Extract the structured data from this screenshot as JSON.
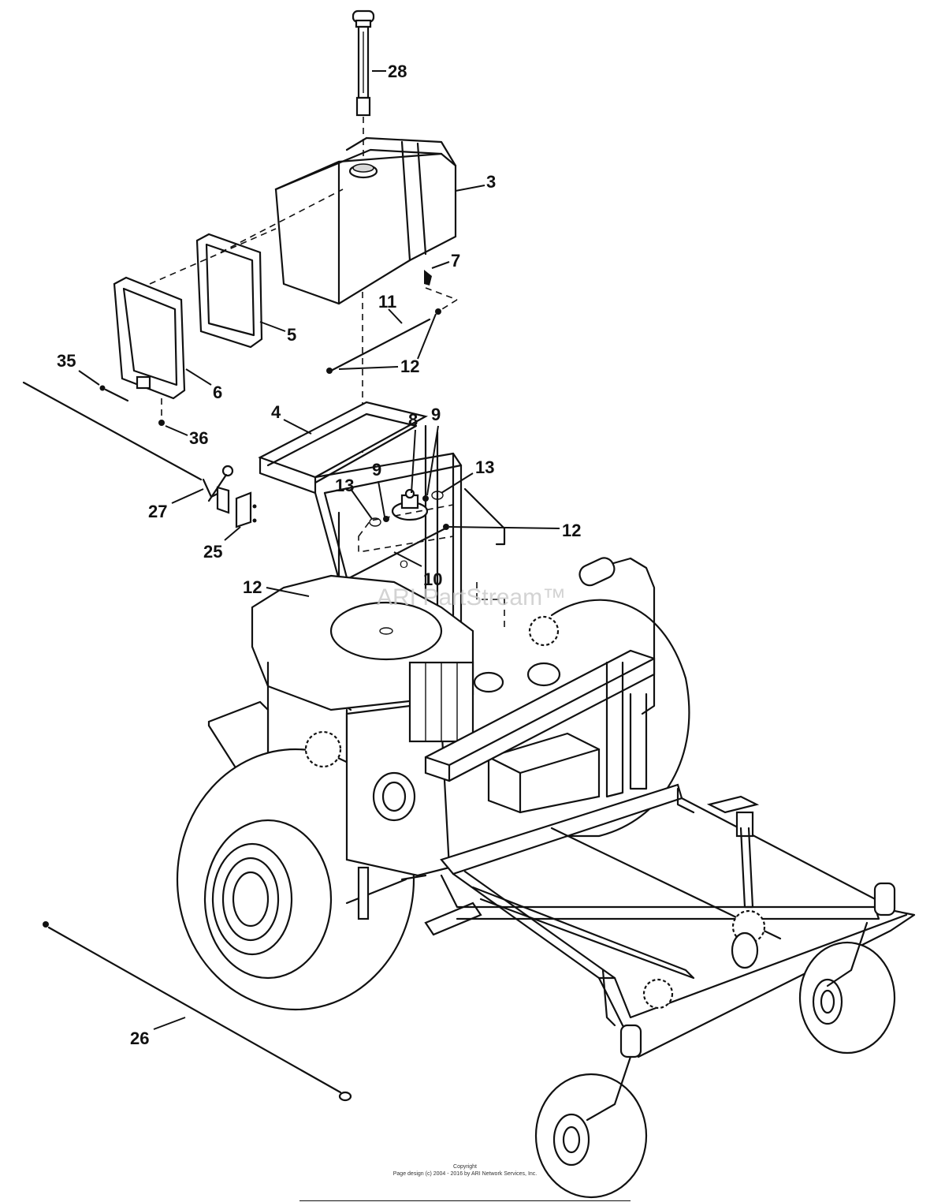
{
  "callouts": [
    {
      "id": "28",
      "label": "28"
    },
    {
      "id": "3",
      "label": "3"
    },
    {
      "id": "7",
      "label": "7"
    },
    {
      "id": "11",
      "label": "11"
    },
    {
      "id": "5",
      "label": "5"
    },
    {
      "id": "12a",
      "label": "12"
    },
    {
      "id": "35",
      "label": "35"
    },
    {
      "id": "6",
      "label": "6"
    },
    {
      "id": "4",
      "label": "4"
    },
    {
      "id": "8",
      "label": "8"
    },
    {
      "id": "9a",
      "label": "9"
    },
    {
      "id": "36",
      "label": "36"
    },
    {
      "id": "9b",
      "label": "9"
    },
    {
      "id": "13a",
      "label": "13"
    },
    {
      "id": "13b",
      "label": "13"
    },
    {
      "id": "12b",
      "label": "12"
    },
    {
      "id": "27",
      "label": "27"
    },
    {
      "id": "25",
      "label": "25"
    },
    {
      "id": "10",
      "label": "10"
    },
    {
      "id": "12c",
      "label": "12"
    },
    {
      "id": "26",
      "label": "26"
    }
  ],
  "watermark": "ARI PartStream™",
  "footer": {
    "line1": "Copyright",
    "line2": "Page design (c) 2004 - 2016 by ARI Network Services, Inc."
  }
}
